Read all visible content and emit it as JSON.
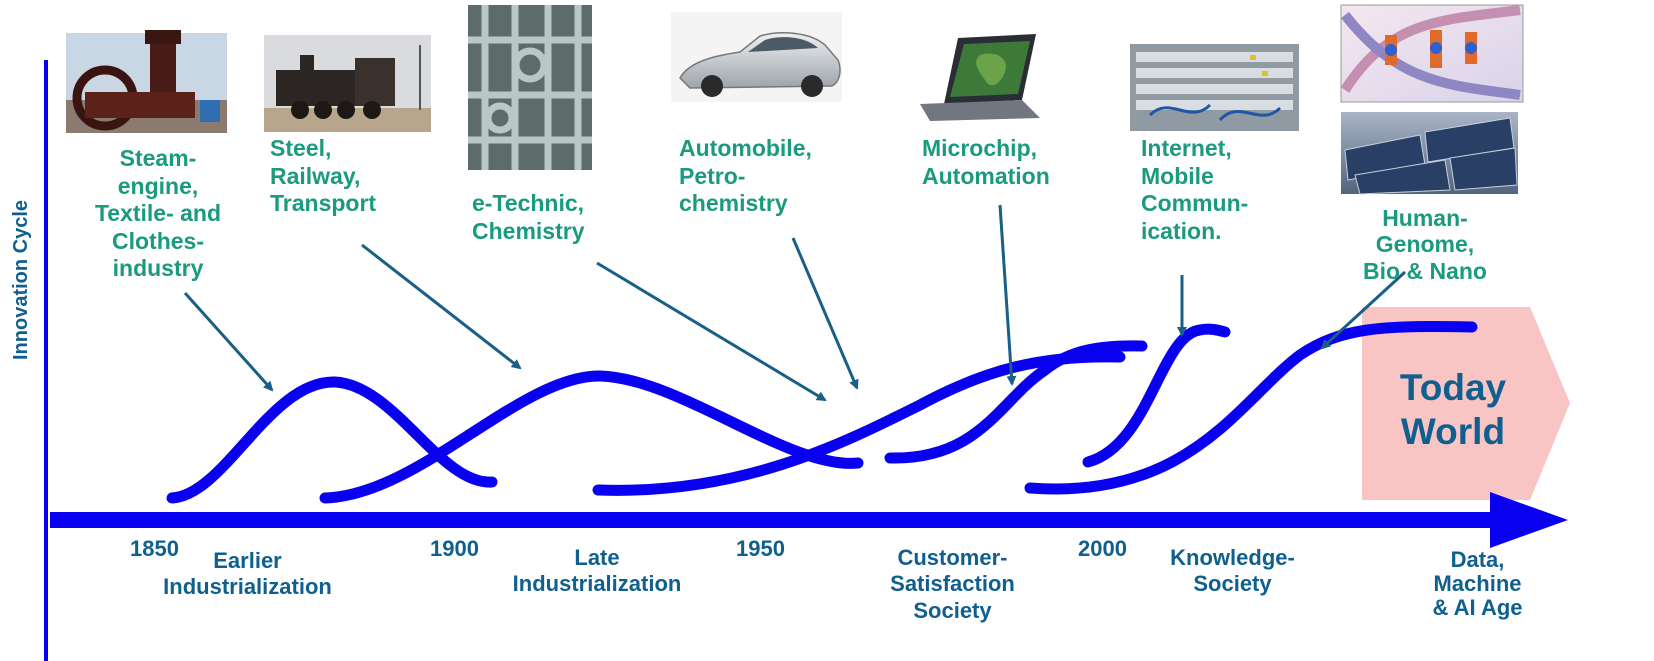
{
  "y_axis_label": "Innovation Cycle",
  "technologies": {
    "steam": "Steam-\nengine,\nTextile- and\nClothes-\nindustry",
    "steel": "Steel,\nRailway,\nTransport",
    "etechnic": "e-Technic,\nChemistry",
    "automobile": "Automobile,\nPetro-\nchemistry",
    "microchip": "Microchip,\nAutomation",
    "internet": "Internet,\nMobile\nCommun-\nication.",
    "genome": "Human-\nGenome,\nBio & Nano"
  },
  "years": [
    "1850",
    "1900",
    "1950",
    "2000"
  ],
  "eras": {
    "earlier": "Earlier\nIndustrialization",
    "late": "Late\nIndustrialization",
    "customer": "Customer-\nSatisfaction\nSociety",
    "knowledge": "Knowledge-\nSociety",
    "data": "Data,\nMachine\n& AI Age"
  },
  "today": "Today\nWorld",
  "colors": {
    "curve": "#0a00f0",
    "axis": "#0a00f0",
    "tech_text": "#1a9a7f",
    "era_text": "#0f5f8f",
    "pointer": "#1a5f85",
    "today_fill": "#f9c4c4"
  },
  "images": [
    "steam-engine-photo",
    "steam-locomotive-photo",
    "industrial-pipes-photo",
    "automobile-photo",
    "laptop-photo",
    "network-rack-photo",
    "dna-helix-photo",
    "solar-panels-photo"
  ]
}
